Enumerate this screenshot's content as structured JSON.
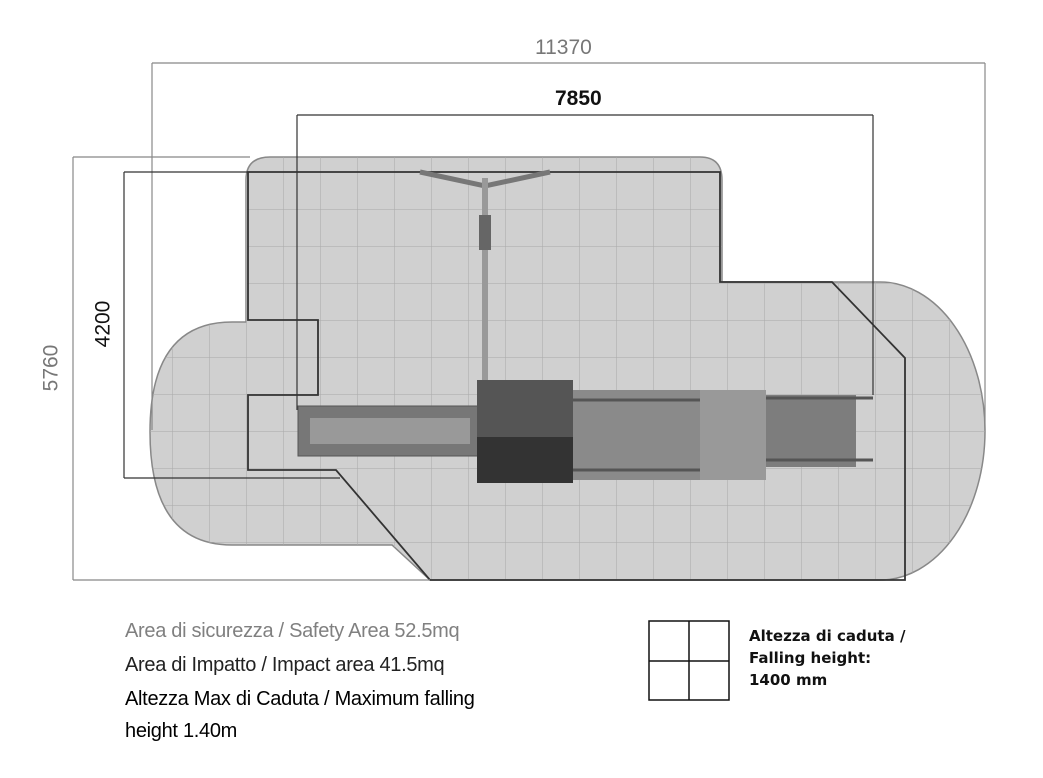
{
  "dimensions": {
    "overall_width": "11370",
    "equipment_width": "7850",
    "overall_depth": "5760",
    "equipment_depth": "4200"
  },
  "legend": {
    "safety_area": "Area di sicurezza / Safety Area 52.5mq",
    "impact_area": "Area di Impatto / Impact area 41.5mq",
    "max_fall_line1": "Altezza Max di Caduta / Maximum falling",
    "max_fall_line2": "height 1.40m"
  },
  "fall_note": {
    "line1": "Altezza di caduta /",
    "line2": "Falling height:",
    "line3": "1400 mm"
  },
  "colors": {
    "safety_fill": "#d0d0d0",
    "impact_line": "#333333",
    "dimension_line": "#888888"
  }
}
